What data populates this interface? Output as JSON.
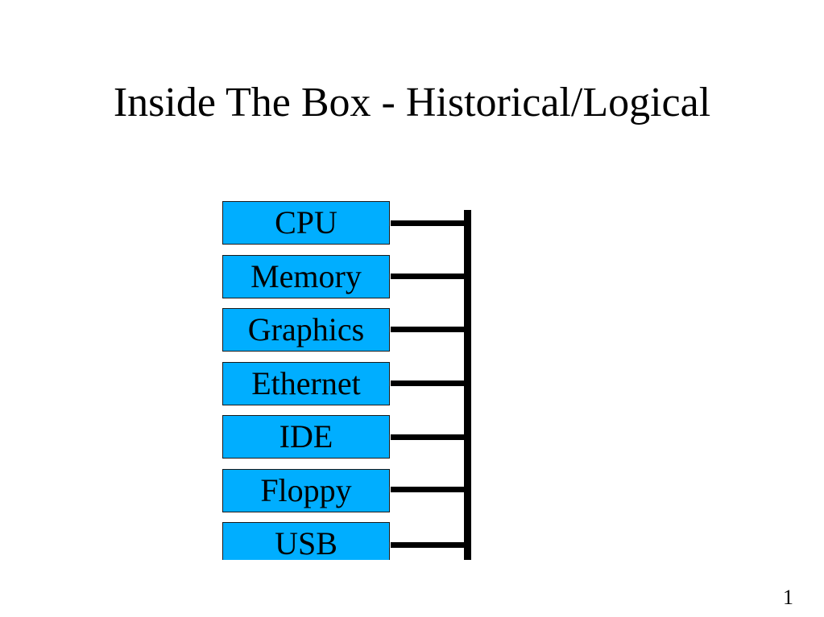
{
  "slide": {
    "title": "Inside The Box - Historical/Logical",
    "page_number": "1"
  },
  "colors": {
    "component_fill": "#00AEFF",
    "bus": "#000000"
  },
  "diagram": {
    "components": [
      {
        "label": "CPU"
      },
      {
        "label": "Memory"
      },
      {
        "label": "Graphics"
      },
      {
        "label": "Ethernet"
      },
      {
        "label": "IDE"
      },
      {
        "label": "Floppy"
      },
      {
        "label": "USB"
      }
    ]
  }
}
